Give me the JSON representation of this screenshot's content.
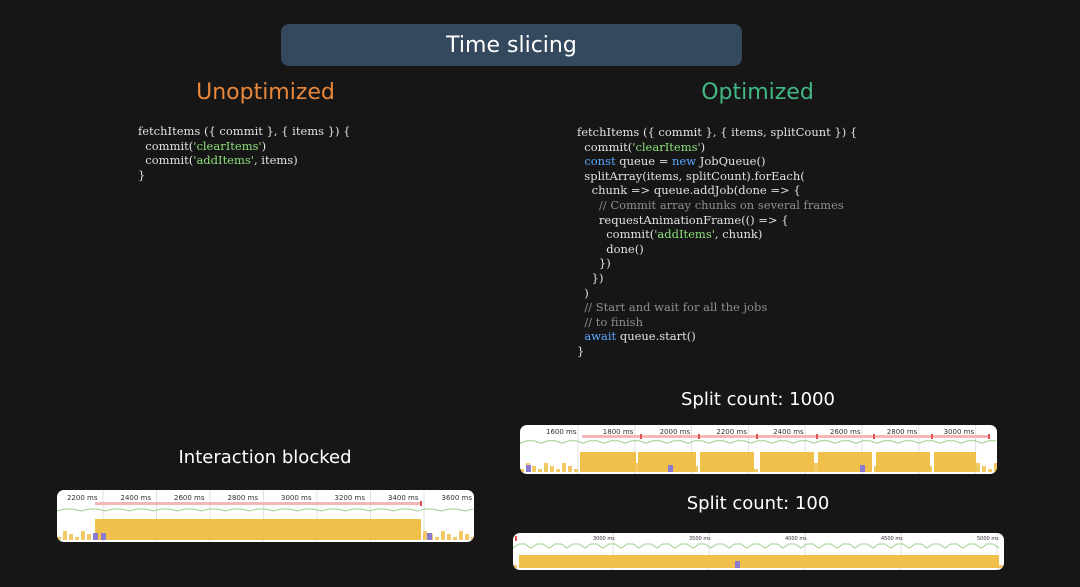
{
  "title": "Time slicing",
  "unoptimized": {
    "heading": "Unoptimized",
    "caption": "Interaction blocked",
    "timeline_ticks": [
      "2200 ms",
      "2400 ms",
      "2600 ms",
      "2800 ms",
      "3000 ms",
      "3200 ms",
      "3400 ms",
      "3600 ms"
    ]
  },
  "optimized": {
    "heading": "Optimized",
    "split1000": {
      "caption": "Split count: 1000",
      "timeline_ticks": [
        "1600 ms",
        "1800 ms",
        "2000 ms",
        "2200 ms",
        "2400 ms",
        "2600 ms",
        "2800 ms",
        "3000 ms"
      ]
    },
    "split100": {
      "caption": "Split count: 100",
      "timeline_ticks": [
        "3000 ms",
        "3500 ms",
        "4000 ms",
        "4500 ms",
        "5000 ms"
      ]
    }
  },
  "colors": {
    "accent_unoptimized": "#e8873a",
    "accent_optimized": "#42b883",
    "title_bar": "#34495e",
    "scripting": "#f0c04a",
    "frame_bar": "#f4b6b6",
    "fps": "#9bd08a"
  }
}
